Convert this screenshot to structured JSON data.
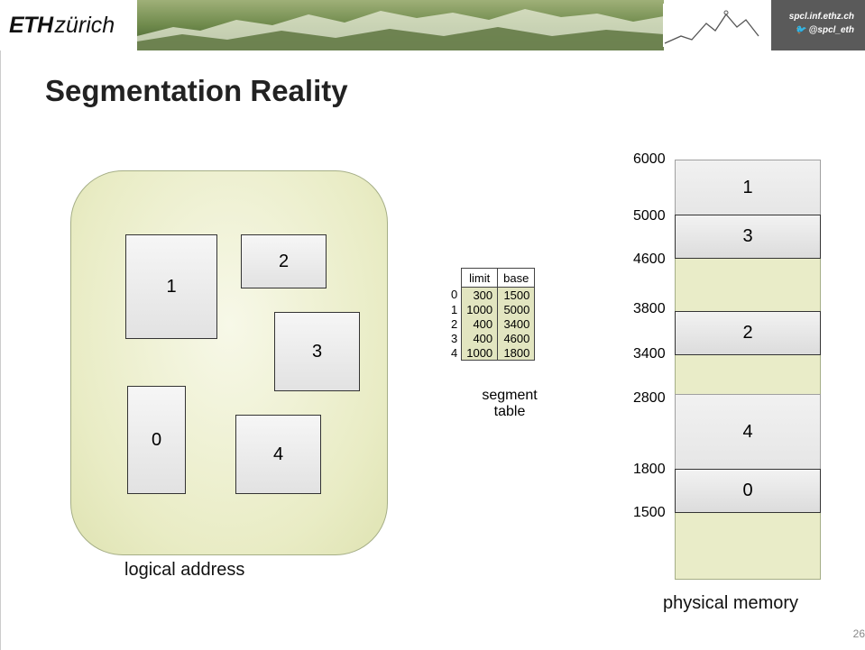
{
  "header": {
    "logo_bold": "ETH",
    "logo_italic": "zürich",
    "website": "spcl.inf.ethz.ch",
    "twitter": "@spcl_eth"
  },
  "title": "Segmentation Reality",
  "logical": {
    "label": "logical address",
    "segments": [
      "1",
      "2",
      "3",
      "0",
      "4"
    ]
  },
  "segment_table": {
    "headers": [
      "limit",
      "base"
    ],
    "rows": [
      {
        "index": "0",
        "limit": "300",
        "base": "1500"
      },
      {
        "index": "1",
        "limit": "1000",
        "base": "5000"
      },
      {
        "index": "2",
        "limit": "400",
        "base": "3400"
      },
      {
        "index": "3",
        "limit": "400",
        "base": "4600"
      },
      {
        "index": "4",
        "limit": "1000",
        "base": "1800"
      }
    ],
    "label_line1": "segment",
    "label_line2": "table"
  },
  "physical": {
    "label": "physical memory",
    "addresses": [
      "6000",
      "5000",
      "4600",
      "3800",
      "3400",
      "2800",
      "1800",
      "1500"
    ],
    "segments": [
      "1",
      "3",
      "2",
      "4",
      "0"
    ]
  },
  "page_number": "26"
}
